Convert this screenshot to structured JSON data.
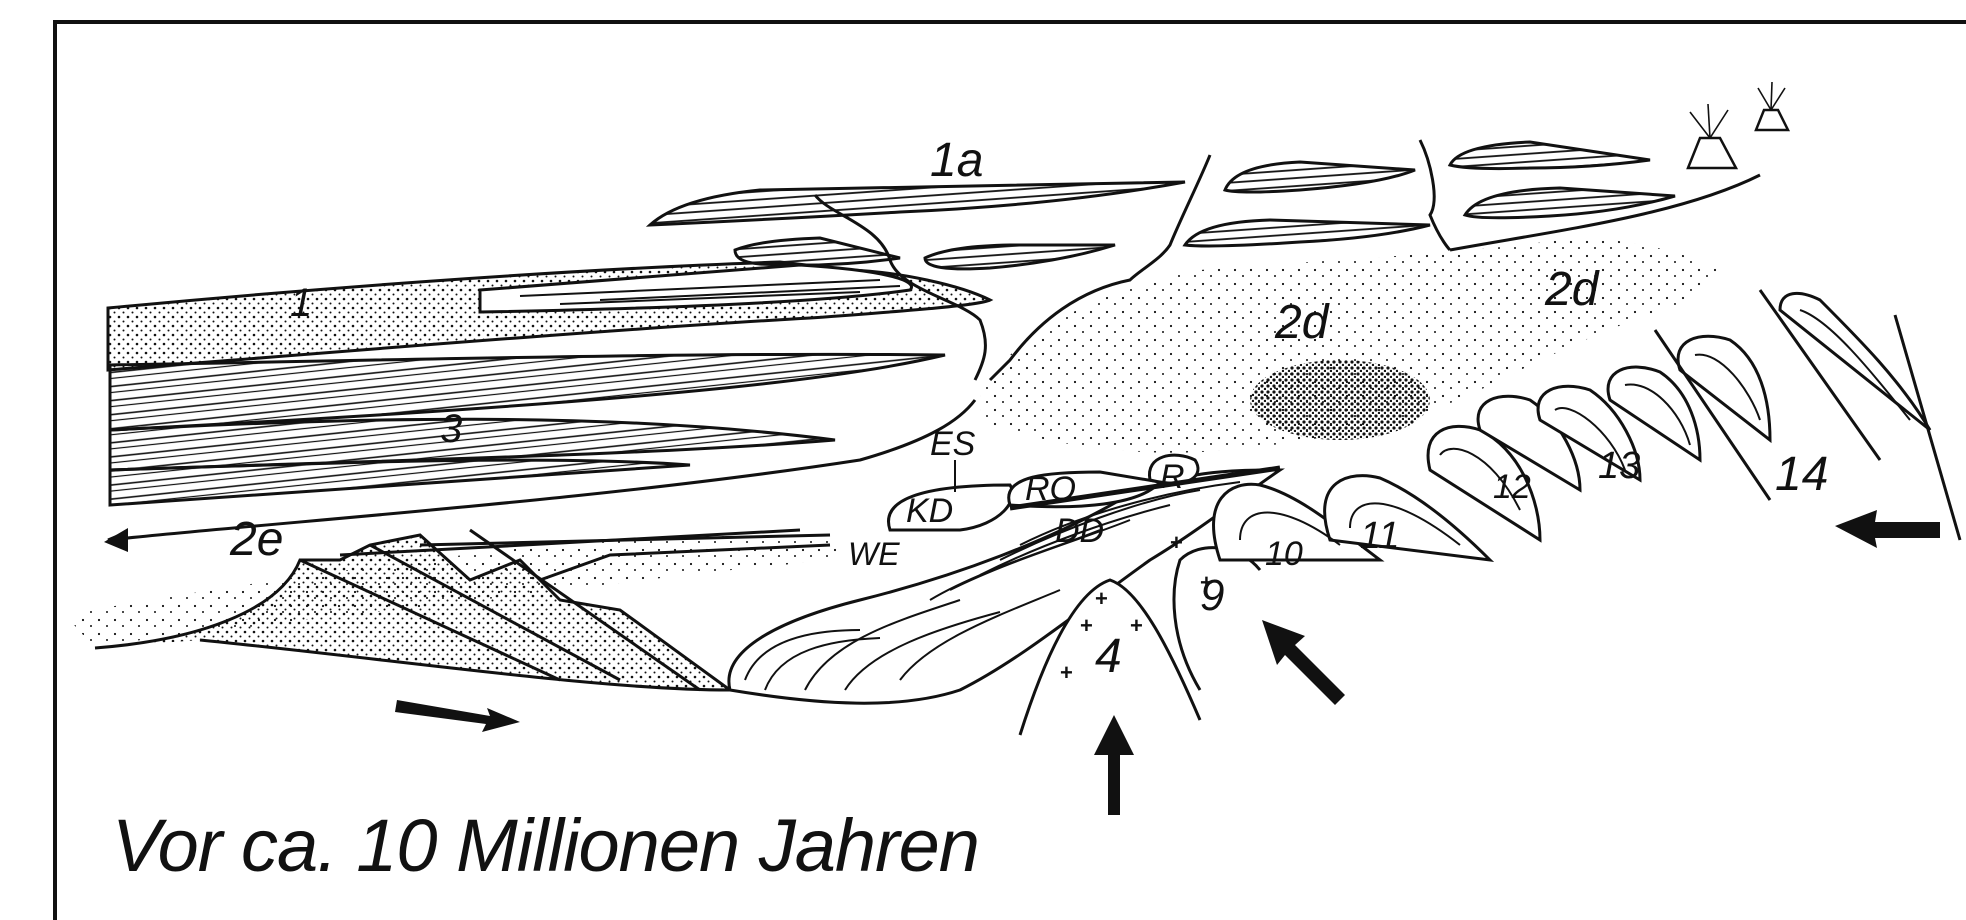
{
  "caption": "Vor ca. 10 Millionen Jahren",
  "labels": {
    "l1a": "1a",
    "l1": "1",
    "l2d_a": "2d",
    "l2d_b": "2d",
    "l3": "3",
    "l2e": "2e",
    "lES": "ES",
    "lKD": "KD",
    "lRO": "RO",
    "lR": "R",
    "lDD": "DD",
    "lWE": "WE",
    "l4": "4",
    "l9": "9",
    "l10": "10",
    "l11": "11",
    "l12": "12",
    "l13": "13",
    "l14": "14"
  },
  "colors": {
    "ink": "#111111",
    "paper": "#ffffff"
  },
  "icons": [
    "volcano-icon",
    "arrow-icon"
  ]
}
